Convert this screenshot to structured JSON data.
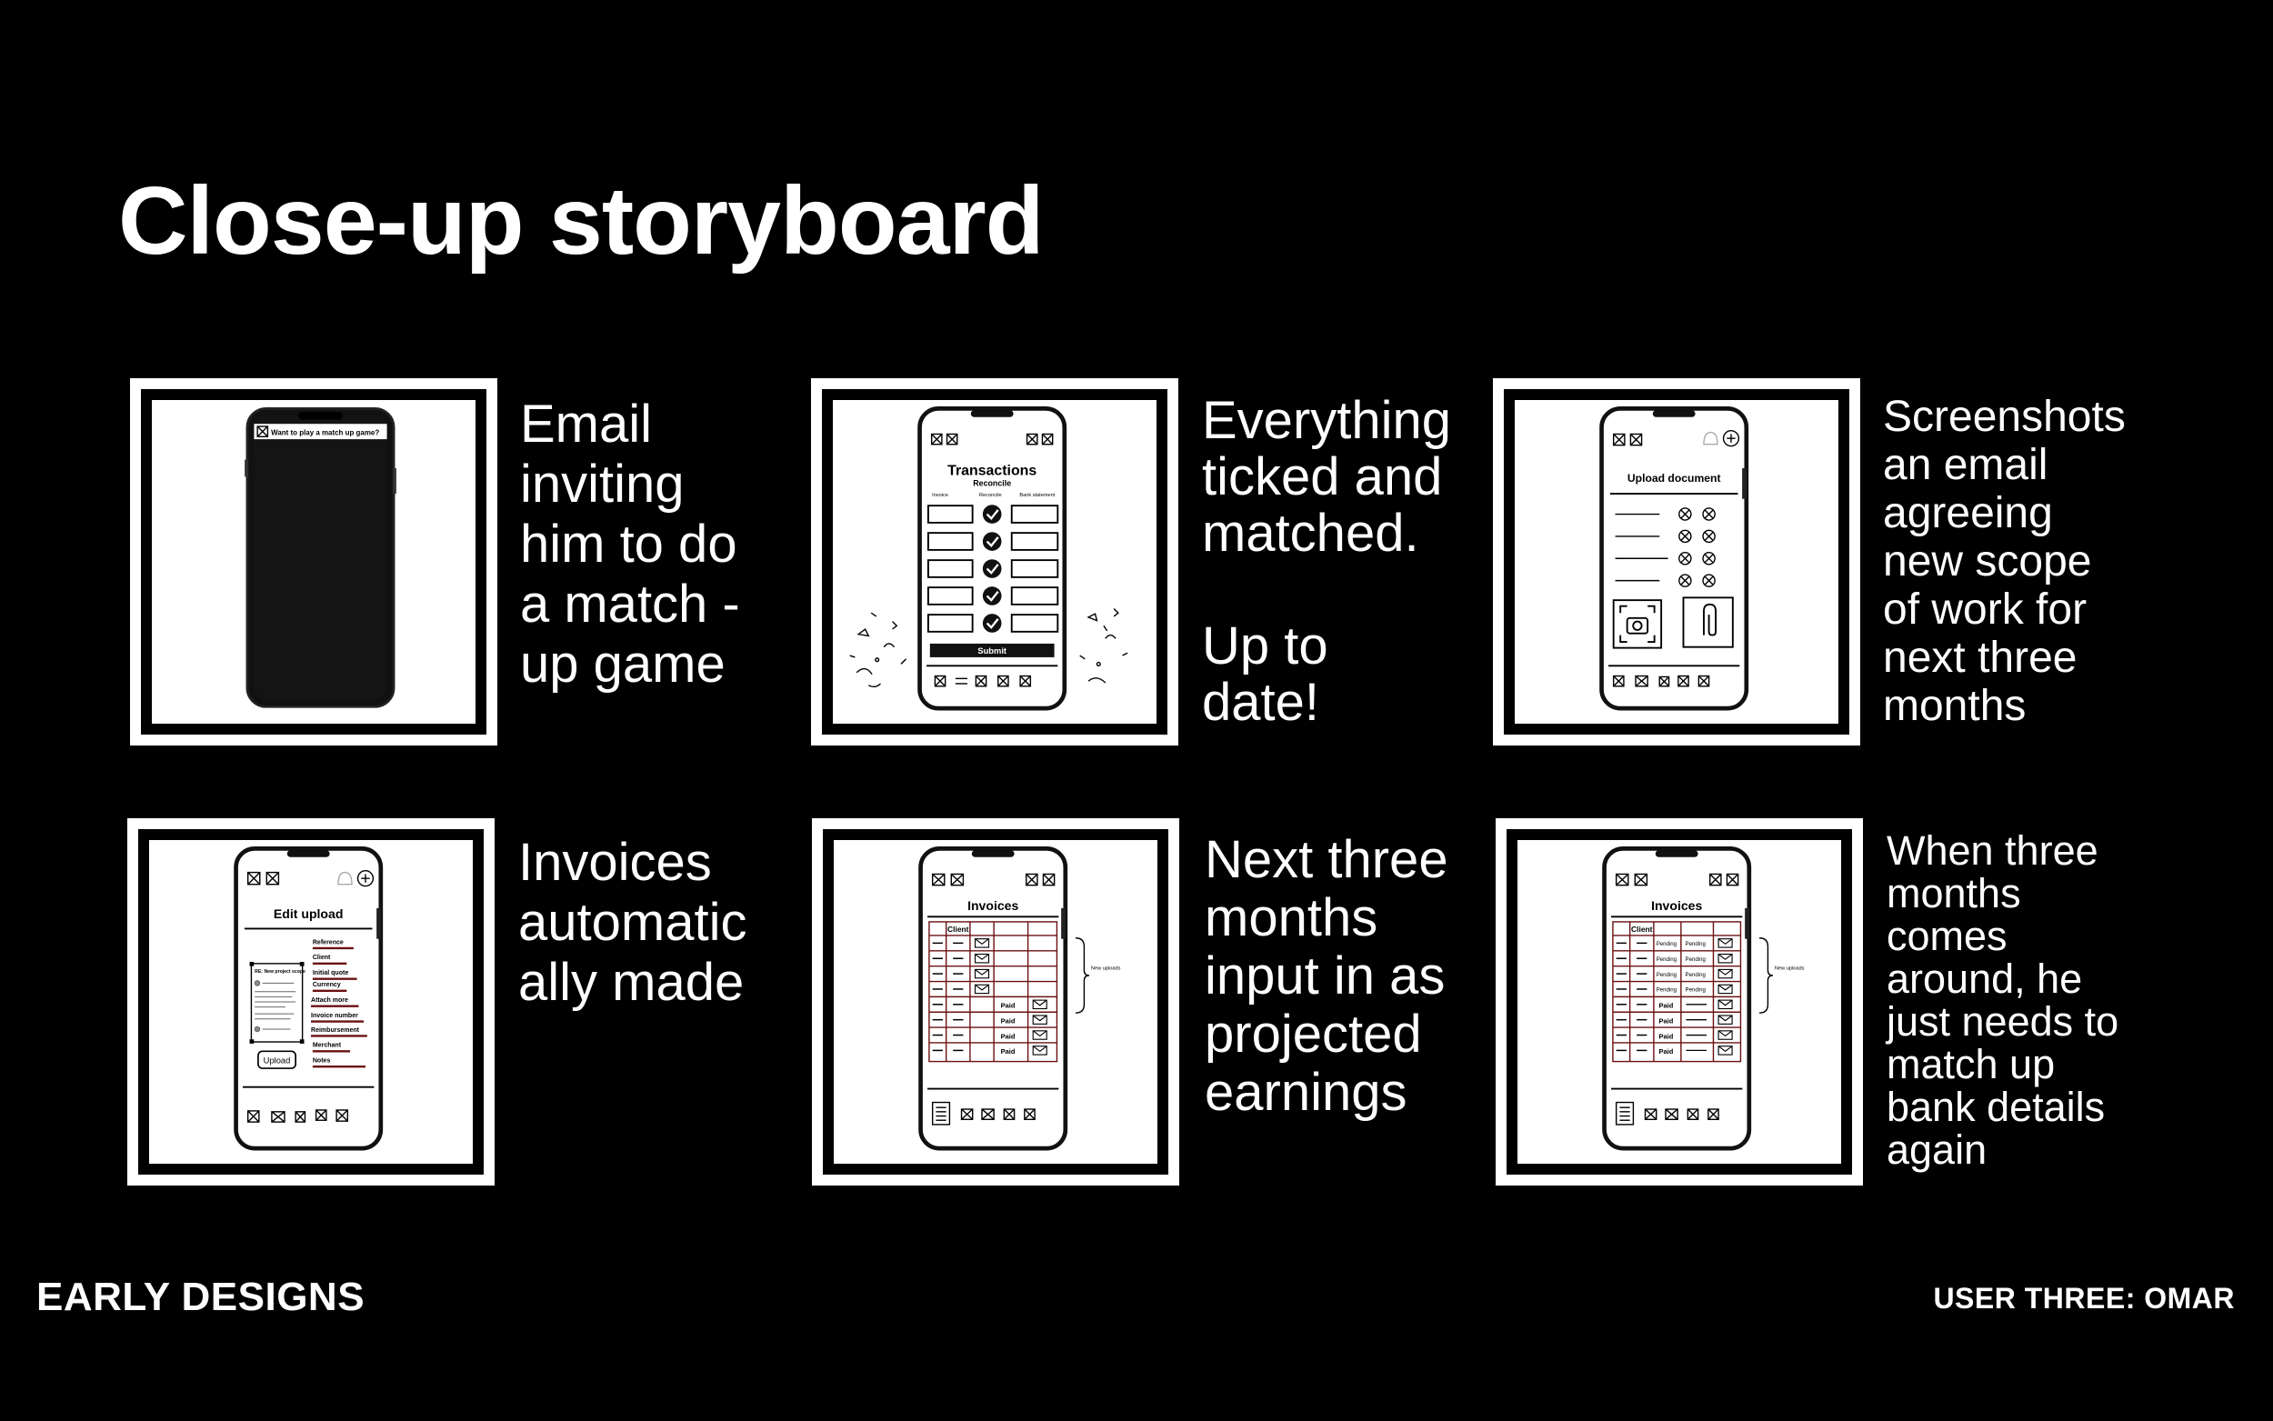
{
  "slide": {
    "title": "Close-up storyboard",
    "footer_left": "EARLY DESIGNS",
    "footer_right": "USER THREE: OMAR"
  },
  "panels": [
    {
      "caption": "Email\ninviting\nhim to do\na match -\nup game",
      "screen": {
        "notification": "Want to play a match up game?"
      }
    },
    {
      "caption": "Everything\nticked and\nmatched.\n\nUp to\ndate!",
      "screen": {
        "title": "Transactions",
        "subtitle": "Reconcile",
        "columns": [
          "Invoice",
          "Reconcile",
          "Bank statement"
        ],
        "button": "Submit"
      }
    },
    {
      "caption": "Screenshots\nan email\nagreeing\nnew scope\nof work for\nnext three\nmonths",
      "screen": {
        "title": "Upload document"
      }
    },
    {
      "caption": "Invoices\nautomatic\nally made",
      "screen": {
        "title": "Edit upload",
        "fields": [
          "Reference",
          "Client",
          "Initial quote",
          "Currency",
          "Attach more",
          "Invoice number",
          "Reimbursement",
          "Merchant",
          "Notes"
        ],
        "email_heading": "RE: New project scope",
        "button": "Upload"
      }
    },
    {
      "caption": "Next three\nmonths\ninput in as\nprojected\nearnings",
      "screen": {
        "title": "Invoices",
        "column_header": "Client",
        "statuses": [
          "Paid",
          "Paid",
          "Paid",
          "Paid"
        ],
        "annotation": "New uploads"
      }
    },
    {
      "caption": "When three\nmonths\ncomes\naround, he\njust needs to\nmatch up\nbank details\nagain",
      "screen": {
        "title": "Invoices",
        "column_header": "Client",
        "statuses": [
          "Pending",
          "Pending",
          "Pending",
          "Pending",
          "Paid",
          "Paid",
          "Paid",
          "Paid"
        ],
        "annotation": "New uploads"
      }
    }
  ]
}
